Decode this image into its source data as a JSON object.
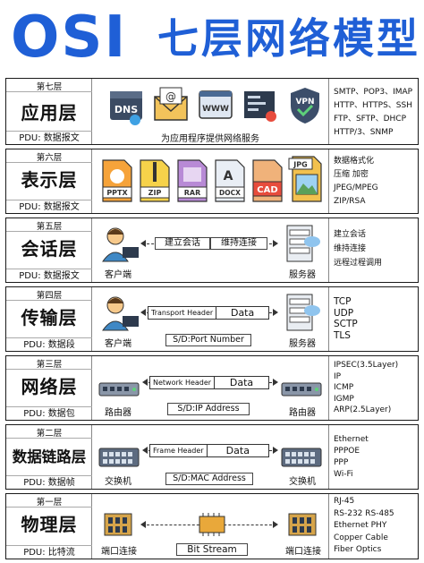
{
  "title": {
    "osi": "OSI",
    "rest": "七层网络模型"
  },
  "colors": {
    "brand_blue": "#1f5fd6"
  },
  "layers": [
    {
      "num": "第七层",
      "name": "应用层",
      "pdu": "PDU: 数据报文",
      "icons": [
        "dns-icon",
        "mail-icon",
        "www-icon",
        "terminal-icon",
        "vpn-icon"
      ],
      "icon_labels": [
        "DNS",
        "@",
        "WWW",
        "",
        "VPN"
      ],
      "caption": "为应用程序提供网络服务",
      "protocols": [
        "SMTP、POP3、IMAP",
        "HTTP、HTTPS、SSH",
        "FTP、SFTP、DHCP",
        "HTTP/3、SNMP"
      ]
    },
    {
      "num": "第六层",
      "name": "表示层",
      "pdu": "PDU: 数据报文",
      "files": [
        "PPTX",
        "ZIP",
        "RAR",
        "DOCX",
        "CAD",
        "JPG"
      ],
      "protocols": [
        "数据格式化",
        "压缩  加密",
        "JPEG/MPEG",
        "ZIP/RSA"
      ]
    },
    {
      "num": "第五层",
      "name": "会话层",
      "pdu": "PDU: 数据报文",
      "left_label": "客户端",
      "right_label": "服务器",
      "seg1": "建立会话",
      "seg2": "维持连接",
      "protocols": [
        "建立会话",
        "维持连接",
        "远程过程调用"
      ]
    },
    {
      "num": "第四层",
      "name": "传输层",
      "pdu": "PDU: 数据段",
      "left_label": "客户端",
      "right_label": "服务器",
      "header": "Transport Header",
      "data": "Data",
      "tag": "S/D:Port Number",
      "protocols": [
        "TCP",
        "UDP",
        "SCTP",
        "TLS"
      ]
    },
    {
      "num": "第三层",
      "name": "网络层",
      "pdu": "PDU: 数据包",
      "left_label": "路由器",
      "right_label": "路由器",
      "header": "Network Header",
      "data": "Data",
      "tag": "S/D:IP Address",
      "protocols": [
        "IPSEC(3.5Layer)",
        "IP",
        "ICMP",
        "IGMP",
        "ARP(2.5Layer)"
      ]
    },
    {
      "num": "第二层",
      "name": "数据链路层",
      "pdu": "PDU: 数据帧",
      "left_label": "交换机",
      "right_label": "交换机",
      "header": "Frame Header",
      "data": "Data",
      "tag": "S/D:MAC Address",
      "protocols": [
        "Ethernet",
        "PPPOE",
        "PPP",
        "Wi-Fi"
      ]
    },
    {
      "num": "第一层",
      "name": "物理层",
      "pdu": "PDU: 比特流",
      "left_label": "端口连接",
      "right_label": "端口连接",
      "tag": "Bit Stream",
      "protocols": [
        "RJ-45",
        "RS-232  RS-485",
        "Ethernet PHY",
        "Copper Cable",
        "Fiber Optics"
      ]
    }
  ]
}
